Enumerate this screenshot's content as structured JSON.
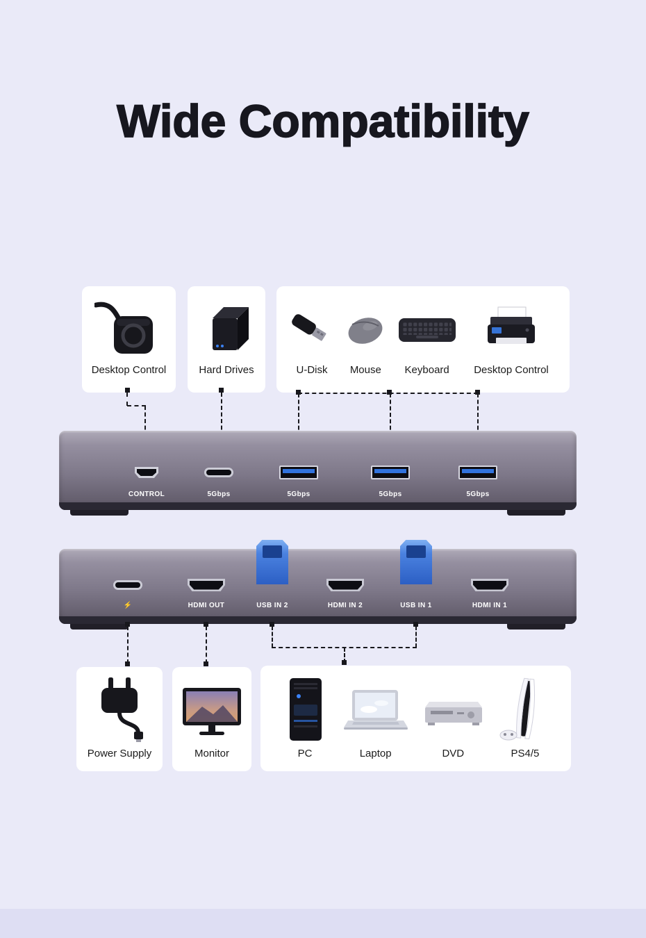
{
  "title": "Wide Compatibility",
  "colors": {
    "background": "#EAEAF8",
    "footer_strip": "#DEDEF3",
    "card": "#FFFFFF",
    "title_text": "#17171F",
    "device_gray": "#7E7889",
    "port_blue": "#3273DE",
    "usb_b_blue": "#4B82E0"
  },
  "top_cards": {
    "desktop_control": {
      "label": "Desktop Control",
      "icon": "remote-control-icon"
    },
    "hard_drives": {
      "label": "Hard Drives",
      "icon": "hard-drive-icon"
    },
    "usb_group": {
      "u_disk": {
        "label": "U-Disk",
        "icon": "usb-flash-icon"
      },
      "mouse": {
        "label": "Mouse",
        "icon": "mouse-icon"
      },
      "keyboard": {
        "label": "Keyboard",
        "icon": "keyboard-icon"
      },
      "printer": {
        "label": "Desktop Control",
        "icon": "printer-icon"
      }
    }
  },
  "device_top": {
    "ports": [
      {
        "label": "CONTROL",
        "type": "mini-usb"
      },
      {
        "label": "5Gbps",
        "type": "usb-c"
      },
      {
        "label": "5Gbps",
        "type": "usb-a"
      },
      {
        "label": "5Gbps",
        "type": "usb-a"
      },
      {
        "label": "5Gbps",
        "type": "usb-a"
      }
    ]
  },
  "device_front": {
    "ports": [
      {
        "label": "⚡",
        "type": "usb-c-power"
      },
      {
        "label": "HDMI OUT",
        "type": "hdmi"
      },
      {
        "label": "USB IN 2",
        "type": "usb-b"
      },
      {
        "label": "HDMI IN 2",
        "type": "hdmi"
      },
      {
        "label": "USB IN 1",
        "type": "usb-b"
      },
      {
        "label": "HDMI IN 1",
        "type": "hdmi"
      }
    ]
  },
  "bottom_cards": {
    "power_supply": {
      "label": "Power Supply",
      "icon": "power-adapter-icon"
    },
    "monitor": {
      "label": "Monitor",
      "icon": "monitor-icon"
    },
    "devices_group": {
      "pc": {
        "label": "PC",
        "icon": "pc-tower-icon"
      },
      "laptop": {
        "label": "Laptop",
        "icon": "laptop-icon"
      },
      "dvd": {
        "label": "DVD",
        "icon": "dvd-player-icon"
      },
      "ps": {
        "label": "PS4/5",
        "icon": "ps5-icon"
      }
    }
  }
}
